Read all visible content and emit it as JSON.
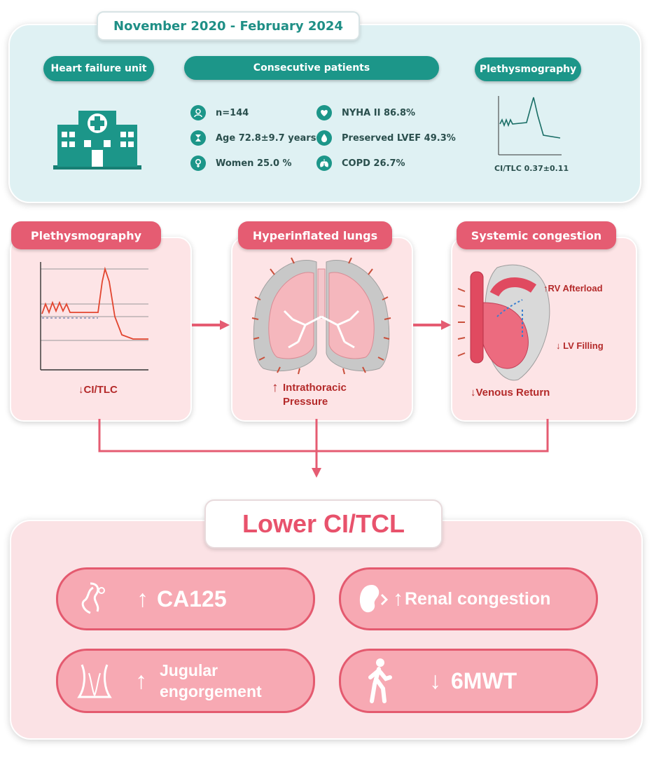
{
  "top": {
    "date_range": "November 2020 - February 2024",
    "heart_failure_unit": "Heart failure unit",
    "consecutive_patients": "Consecutive patients",
    "plethysmography": "Plethysmography",
    "stats_left": [
      {
        "icon": "person-icon",
        "text": "n=144"
      },
      {
        "icon": "hourglass-icon",
        "text": "Age 72.8±9.7 years"
      },
      {
        "icon": "female-icon",
        "text": "Women 25.0 %"
      }
    ],
    "stats_right": [
      {
        "icon": "heart-icon",
        "text": "NYHA II 86.8%"
      },
      {
        "icon": "drop-icon",
        "text": "Preserved LVEF 49.3%"
      },
      {
        "icon": "lungs-icon",
        "text": "COPD 26.7%"
      }
    ],
    "ci_tlc": "CI/TLC 0.37±0.11"
  },
  "middle": {
    "plethysmography": {
      "title": "Plethysmography",
      "arrow": "↓",
      "label": "CI/TLC"
    },
    "lungs": {
      "title": "Hyperinflated lungs",
      "arrow": "↑",
      "label_line1": "Intrathoracic",
      "label_line2": "Pressure"
    },
    "congestion": {
      "title": "Systemic congestion",
      "rv": {
        "arrow": "↑",
        "text": "RV Afterload"
      },
      "lv": {
        "arrow": "↓",
        "text": "LV Filling"
      },
      "venous": {
        "arrow": "↓",
        "text": "Venous Return"
      }
    }
  },
  "bottom": {
    "title": "Lower CI/TCL",
    "items": [
      {
        "icon": "ca125-icon",
        "arrow": "↑",
        "text": "CA125"
      },
      {
        "icon": "kidney-icon",
        "arrow": "↑",
        "text": "Renal congestion"
      },
      {
        "icon": "neck-icon",
        "arrow": "↑",
        "text_line1": "Jugular",
        "text_line2": "engorgement"
      },
      {
        "icon": "walking-icon",
        "arrow": "↓",
        "text": "6MWT"
      }
    ]
  },
  "colors": {
    "teal": "#1c9689",
    "pink": "#e55c72",
    "red_text": "#b42a2a"
  }
}
